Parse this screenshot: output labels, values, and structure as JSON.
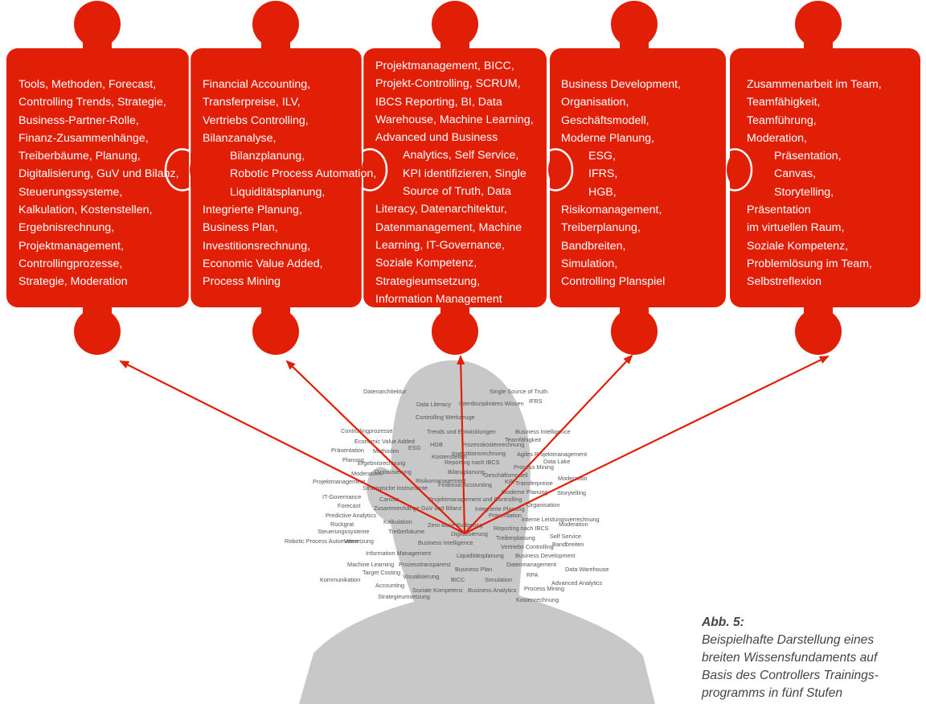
{
  "colors": {
    "piece": "#e11f07",
    "arrow": "#e11f07",
    "head": "#c8c8c8",
    "cloud_text": "#555555",
    "caption": "#444444"
  },
  "pieces": [
    {
      "lines": [
        "Tools, Methoden, Forecast,",
        "Controlling Trends, Strategie,",
        "Business-Partner-Rolle,",
        "Finanz-Zusammenhänge,",
        "Treiberbäume, Planung,",
        "Digitalisierung, GuV und Bilanz,",
        "Steuerungssysteme,",
        "Kalkulation, Kostenstellen,",
        "Ergebnisrechnung,",
        "Projektmanagement,",
        "Controllingprozesse,",
        "Strategie, Moderation"
      ]
    },
    {
      "lines": [
        "Financial Accounting,",
        "Transferpreise, ILV,",
        "Vertriebs Controlling,",
        "Bilanzanalyse,",
        "Bilanzplanung,",
        "Robotic Process Automation,",
        "Liquiditätsplanung,",
        "Integrierte Planung,",
        "Business Plan,",
        "Investitionsrechnung,",
        "Economic Value Added,",
        "Process Mining"
      ]
    },
    {
      "lines": [
        "Projektmanagement, BICC,",
        "Projekt-Controlling, SCRUM,",
        "IBCS Reporting, BI, Data",
        "Warehouse, Machine Learning,",
        "Advanced und Business",
        "Analytics, Self Service,",
        "KPI identifizieren, Single",
        "Source of Truth, Data",
        "Literacy, Datenarchitektur,",
        "Datenmanagement, Machine",
        "Learning, IT-Governance,",
        "Soziale Kompetenz,",
        "Strategieumsetzung,",
        "Information Management"
      ]
    },
    {
      "lines": [
        "Business Development,",
        "Organisation,",
        "Geschäftsmodell,",
        "Moderne Planung,",
        "ESG,",
        "IFRS,",
        "HGB,",
        "Risikomanagement,",
        "Treiberplanung,",
        "Bandbreiten,",
        "Simulation,",
        "Controlling Planspiel"
      ]
    },
    {
      "lines": [
        "Zusammenarbeit im Team,",
        "Teamfähigkeit,",
        "Teamführung,",
        "Moderation,",
        "Präsentation,",
        "Canvas,",
        "Storytelling,",
        "Präsentation",
        "im virtuellen Raum,",
        "Soziale Kompetenz,",
        "Problemlösung im Team,",
        "Selbstreflexion"
      ]
    }
  ],
  "word_cloud": [
    "Data Literacy",
    "Datenarchitektur",
    "Single Source of Truth",
    "Controlling Werkzeuge",
    "Interdisziplinäres Wissen",
    "IFRS",
    "Controllingprozesse",
    "Trends und Entwicklungen",
    "Business Intelligence",
    "Teamfähigkeit",
    "Economic Value Added",
    "HGB",
    "Prozesskostenrechnung",
    "Präsentation",
    "Methoden",
    "ESG",
    "Kostenstellen",
    "Investitionsrechnung",
    "Agiles Projektmanagement",
    "Planung",
    "Ergebnisrechnung",
    "Reporting nach IBCS",
    "Process Mining",
    "Data Lake",
    "Moderation",
    "Digitalisierung",
    "Bilanzplanung",
    "Geschäftsmodell",
    "Moderation",
    "Projektmanagement",
    "Risikomanagement",
    "Financial Accounting",
    "KPI",
    "Transferpreise",
    "Strategische Instrumente",
    "Moderne Planung",
    "Storytelling",
    "IT-Governance",
    "Canvas",
    "Projektmanagement und Controlling",
    "Organisation",
    "Forecast",
    "Zusammenhänge GuV und Bilanz",
    "Integrierte Planung",
    "Predictive Analytics",
    "Präsentation",
    "Interne Leistungsverrechnung",
    "Rückgrat",
    "Kalkulation",
    "Zero Base Budgeting",
    "Reporting nach IBCS",
    "Moderation",
    "Steuerungssysteme",
    "Treiberbäume",
    "Digitalisierung",
    "Treiberplanung",
    "Self Service",
    "Robotic Process Automation",
    "Vernetzung",
    "Business Intelligence",
    "Vertriebs Controlling",
    "Bandbreiten",
    "Information Management",
    "Liquiditätsplanung",
    "Business Development",
    "Machine Learning",
    "Prozesstransparenz",
    "Datenmanagement",
    "Data Warehouse",
    "Target Costing",
    "Business Plan",
    "RPA",
    "Visualisierung",
    "Kommunikation",
    "BICC",
    "Simulation",
    "Advanced Analytics",
    "Accounting",
    "Soziale Kompetenz",
    "Business Analytics",
    "Process Mining",
    "Strategieumsetzung",
    "Kostenrechnung"
  ],
  "caption": {
    "title": "Abb. 5:",
    "lines": [
      "Beispielhafte Darstellung eines",
      "breiten Wissensfundaments auf",
      "Basis des Controllers Trainings-",
      "programms in fünf Stufen"
    ]
  }
}
